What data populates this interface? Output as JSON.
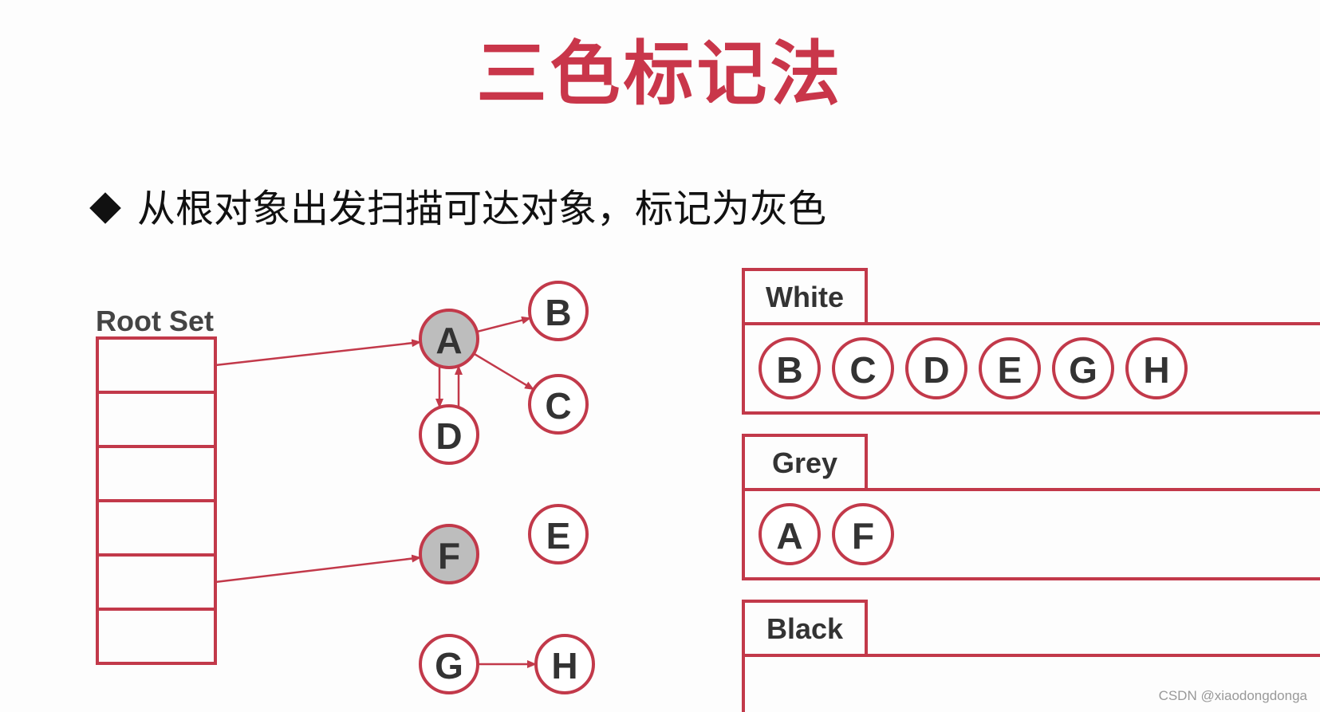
{
  "title": "三色标记法",
  "bullet": "从根对象出发扫描可达对象，标记为灰色",
  "root_set": {
    "label": "Root Set",
    "slots": 6
  },
  "nodes": [
    {
      "id": "A",
      "label": "A",
      "state": "grey"
    },
    {
      "id": "B",
      "label": "B",
      "state": "white"
    },
    {
      "id": "C",
      "label": "C",
      "state": "white"
    },
    {
      "id": "D",
      "label": "D",
      "state": "white"
    },
    {
      "id": "E",
      "label": "E",
      "state": "white"
    },
    {
      "id": "F",
      "label": "F",
      "state": "grey"
    },
    {
      "id": "G",
      "label": "G",
      "state": "white"
    },
    {
      "id": "H",
      "label": "H",
      "state": "white"
    }
  ],
  "edges": [
    {
      "from": "root-0",
      "to": "A"
    },
    {
      "from": "root-4",
      "to": "F"
    },
    {
      "from": "A",
      "to": "B"
    },
    {
      "from": "A",
      "to": "C"
    },
    {
      "from": "A",
      "to": "D"
    },
    {
      "from": "D",
      "to": "A"
    },
    {
      "from": "G",
      "to": "H"
    }
  ],
  "sets": [
    {
      "label": "White",
      "members": [
        "B",
        "C",
        "D",
        "E",
        "G",
        "H"
      ]
    },
    {
      "label": "Grey",
      "members": [
        "A",
        "F"
      ]
    },
    {
      "label": "Black",
      "members": []
    }
  ],
  "colors": {
    "accent": "#c2394a",
    "title": "#c9364a",
    "grey_fill": "#bdbdbd"
  },
  "watermark": "CSDN @xiaodongdonga"
}
